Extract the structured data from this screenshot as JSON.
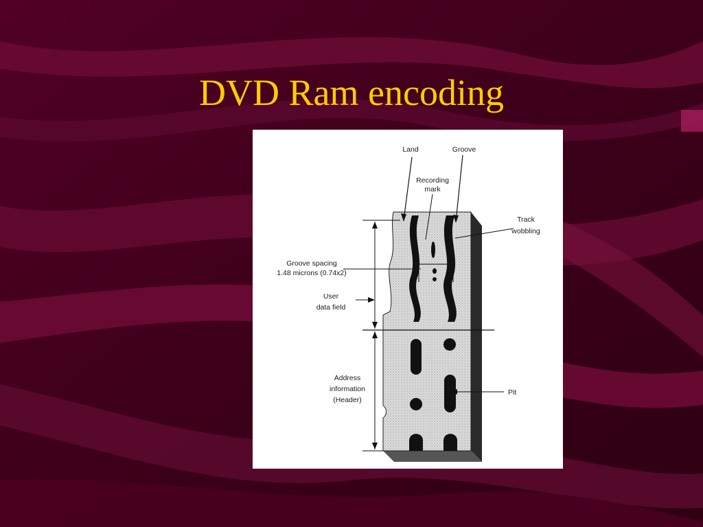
{
  "slide": {
    "title": "DVD Ram encoding",
    "title_color": "#FFCC00",
    "background_color": "#3A0018",
    "swoosh_color": "#6E0A34"
  },
  "diagram": {
    "labels": {
      "land": "Land",
      "groove": "Groove",
      "recording_mark_1": "Recording",
      "recording_mark_2": "mark",
      "track_wobbling_1": "Track",
      "track_wobbling_2": "wobbling",
      "groove_spacing_1": "Groove spacing",
      "groove_spacing_2": "1.48 microns (0.74x2)",
      "user_data_1": "User",
      "user_data_2": "data field",
      "address_1": "Address",
      "address_2": "information",
      "address_3": "(Header)",
      "pit": "Pit"
    }
  }
}
